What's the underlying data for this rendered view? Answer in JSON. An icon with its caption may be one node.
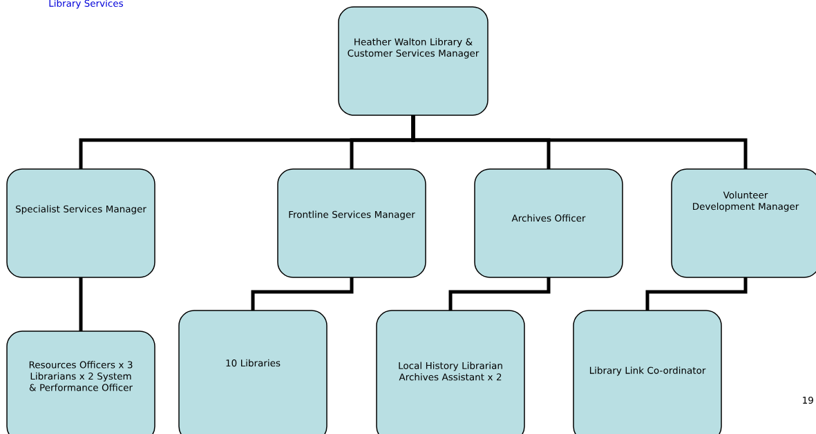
{
  "diagram": {
    "title": "Library Services",
    "nodes": [
      {
        "text": [
          "Heather Walton Library & Customer Services Manager"
        ]
      },
      {
        "text": [
          "Specialist Services Manager"
        ]
      },
      {
        "text": [
          "Frontline Services Manager"
        ]
      },
      {
        "text": [
          "Archives Officer"
        ]
      },
      {
        "text": [
          "Volunteer Development Manager"
        ]
      },
      {
        "text": [
          "Resources Officers x 3 Librarians x 2 System & Performance Officer"
        ]
      },
      {
        "text": [
          "10 Libraries"
        ]
      },
      {
        "text": [
          "Local History Librarian Archives Assistant x 2"
        ]
      },
      {
        "text": [
          "Library Link Co-ordinator"
        ]
      }
    ],
    "edges": [
      {
        "from": 0,
        "to": 1,
        "arrow": "none"
      },
      {
        "from": 0,
        "to": 2,
        "arrow": "none"
      },
      {
        "from": 0,
        "to": 3,
        "arrow": "none"
      },
      {
        "from": 0,
        "to": 4,
        "arrow": "none"
      },
      {
        "from": 1,
        "to": 5,
        "arrow": "none"
      },
      {
        "from": 2,
        "to": 6,
        "arrow": "none"
      },
      {
        "from": 3,
        "to": 7,
        "arrow": "none"
      },
      {
        "from": 4,
        "to": 8,
        "arrow": "none"
      }
    ],
    "labels": [
      "19"
    ]
  }
}
